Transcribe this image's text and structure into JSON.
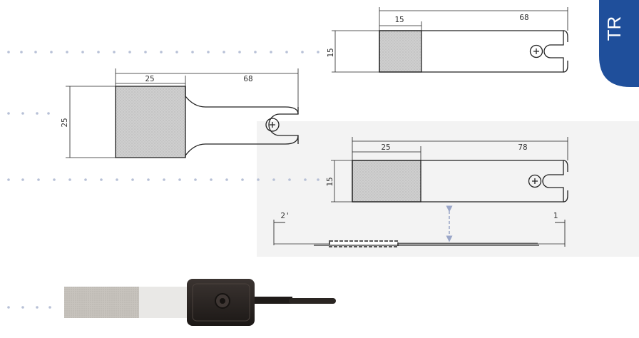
{
  "brand": {
    "tab_text": "TR",
    "color": "#1f4f9b"
  },
  "drawings": [
    {
      "id": "small-15x68",
      "pad_width": "15",
      "total_length": "68",
      "height": "15"
    },
    {
      "id": "necked-25x68",
      "pad_width": "25",
      "total_length": "68",
      "height": "25"
    },
    {
      "id": "long-25x78",
      "pad_width": "25",
      "total_length": "78",
      "height": "15"
    }
  ],
  "side_view": {
    "label_left": "2'",
    "label_right": "1"
  },
  "photo": {
    "body_color": "#2a2522",
    "pad_color": "#c7c3bd"
  }
}
